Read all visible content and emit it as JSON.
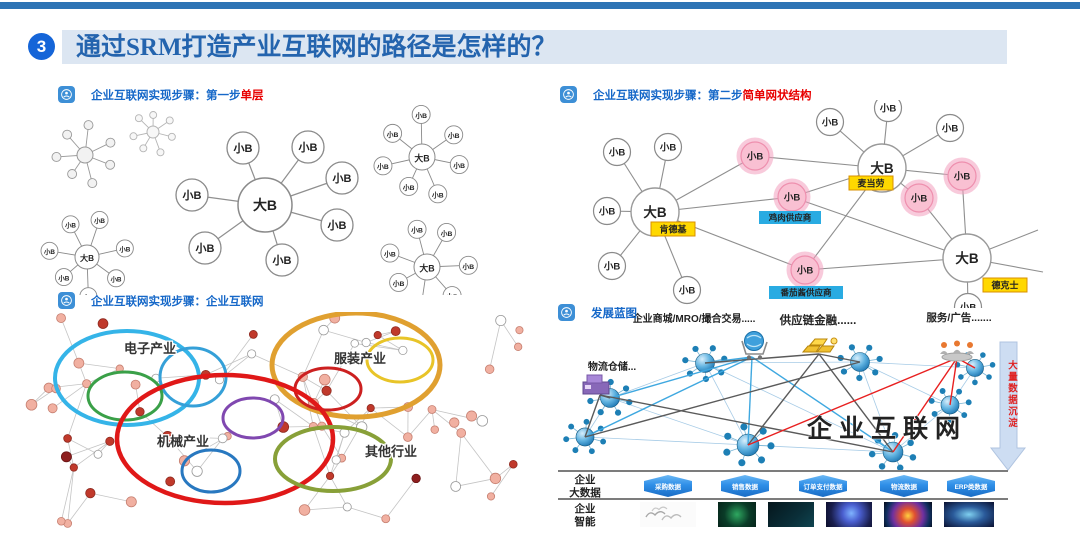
{
  "header": {
    "number": "3",
    "title": "通过SRM打造产业互联网的路径是怎样的？"
  },
  "labels": {
    "big_b": "大B",
    "small_b": "小B"
  },
  "panel_step1": {
    "heading_prefix": "企业互联网实现步骤：第一步",
    "heading_emphasis": "单层"
  },
  "panel_step2": {
    "heading_prefix": "企业互联网实现步骤：第二步",
    "heading_emphasis": "简单网状结构",
    "brand_left": "肯德基",
    "brand_top": "麦当劳",
    "brand_right": "德克士",
    "supplier_chicken": "鸡肉供应商",
    "supplier_tomato": "番茄酱供应商"
  },
  "panel_step3": {
    "heading": "企业互联网实现步骤：企业互联网",
    "industry_electronics": "电子产业",
    "industry_apparel": "服装产业",
    "industry_machinery": "机械产业",
    "industry_other": "其他行业"
  },
  "panel_blueprint": {
    "heading": "发展蓝图",
    "label_mall": "企业商城/MRO/撮合交易.....",
    "label_finance": "供应链金融......",
    "label_service": "服务/广告.......",
    "label_logistics": "物流仓储...",
    "label_center": "企业互联网",
    "label_side_vertical": "大量数据沉淀",
    "row_bigdata": {
      "label_line1": "企业",
      "label_line2": "大数据",
      "items": [
        "采购数据",
        "销售数据",
        "订单支付数据",
        "物流数据",
        "ERP类数据"
      ]
    },
    "row_ai": {
      "label_line1": "企业",
      "label_line2": "智能"
    }
  },
  "colors": {
    "accent_blue": "#2e74b5",
    "heading_blue": "#1668c8",
    "emphasis_red": "#e80000",
    "brand_label_bg": "#ffd800",
    "supplier_label_bg": "#29abe2",
    "pink_node": "#f9c0d2"
  }
}
